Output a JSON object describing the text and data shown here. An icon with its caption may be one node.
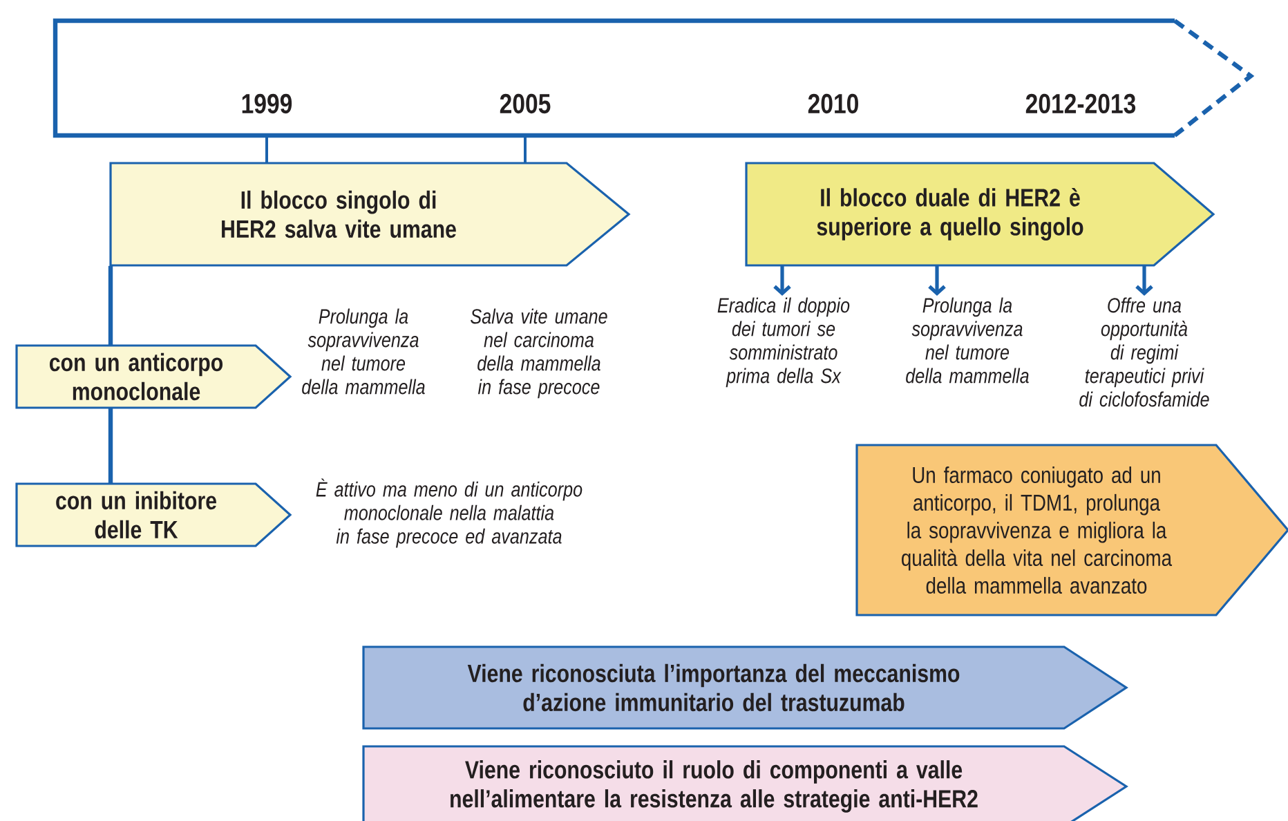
{
  "diagram": {
    "nodes": [
      {
        "text": [
          "1999",
          "2005",
          "2010",
          "2012-2013"
        ]
      },
      {
        "text": [
          "Il blocco singolo di HER2 salva vite umane"
        ]
      },
      {
        "text": [
          "con un anticorpo monoclonale"
        ]
      },
      {
        "text": [
          "con un inibitore delle TK"
        ]
      },
      {
        "text": [
          "Il blocco duale di HER2 è superiore a quello singolo"
        ]
      },
      {
        "text": [
          "Eradica il doppio dei tumori se somministrato prima della Sx"
        ]
      },
      {
        "text": [
          "Prolunga la sopravvivenza nel tumore della mammella"
        ]
      },
      {
        "text": [
          "Offre una opportunità di regimi terapeutici privi di ciclofosfamide"
        ]
      },
      {
        "text": [
          "Un farmaco coniugato ad un anticorpo, il TDM1, prolunga la sopravvivenza e migliora la qualità della vita nel carcinoma della mammella avanzato"
        ]
      },
      {
        "text": [
          "Viene riconosciuta l’importanza del meccanismo d’azione immunitario del trastuzumab"
        ]
      },
      {
        "text": [
          "Viene riconosciuto il ruolo di componenti a valle nell’alimentare la resistenza alle strategie anti-HER2"
        ]
      }
    ],
    "edges": [
      {
        "from": 0,
        "to": 1,
        "arrow": "none"
      },
      {
        "from": 0,
        "to": 1,
        "arrow": "none"
      },
      {
        "from": 1,
        "to": 2,
        "arrow": "none"
      },
      {
        "from": 2,
        "to": 3,
        "arrow": "none"
      },
      {
        "from": 4,
        "to": 5,
        "arrow": "to"
      },
      {
        "from": 4,
        "to": 6,
        "arrow": "to"
      },
      {
        "from": 4,
        "to": 7,
        "arrow": "to"
      }
    ],
    "labels": [
      "Prolunga la sopravvivenza nel tumore della mammella",
      "Salva vite umane nel carcinoma della mammella in fase precoce",
      "È attivo ma meno di un anticorpo monoclonale nella malattia in fase precoce ed avanzata"
    ]
  }
}
